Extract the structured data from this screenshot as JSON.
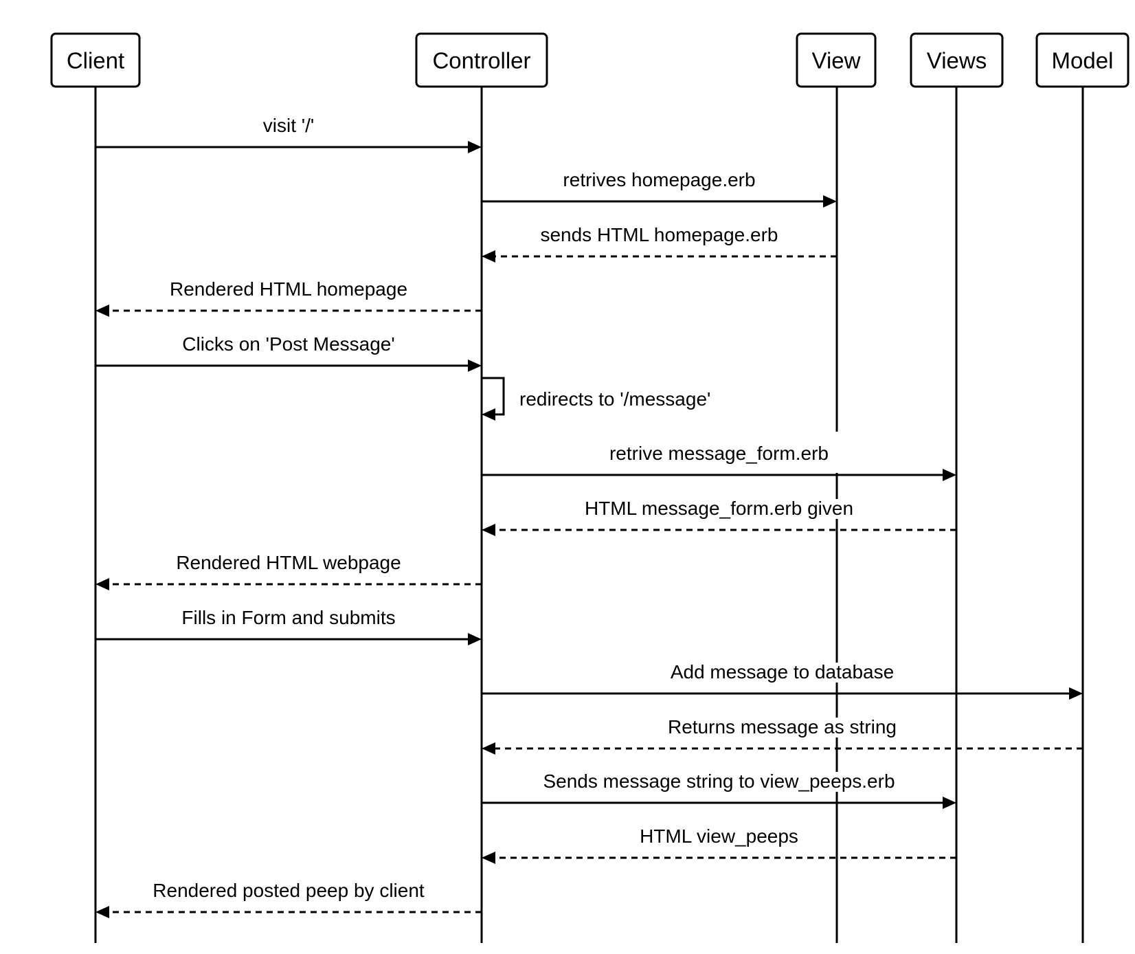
{
  "participants": [
    {
      "id": "client",
      "label": "Client"
    },
    {
      "id": "controller",
      "label": "Controller"
    },
    {
      "id": "view",
      "label": "View"
    },
    {
      "id": "views",
      "label": "Views"
    },
    {
      "id": "model",
      "label": "Model"
    }
  ],
  "messages": [
    {
      "from": "client",
      "to": "controller",
      "label": "visit '/'",
      "style": "solid"
    },
    {
      "from": "controller",
      "to": "view",
      "label": "retrives homepage.erb",
      "style": "solid"
    },
    {
      "from": "view",
      "to": "controller",
      "label": "sends HTML homepage.erb",
      "style": "dashed"
    },
    {
      "from": "controller",
      "to": "client",
      "label": "Rendered HTML homepage",
      "style": "dashed"
    },
    {
      "from": "client",
      "to": "controller",
      "label": "Clicks on 'Post Message'",
      "style": "solid"
    },
    {
      "from": "controller",
      "to": "controller",
      "label": "redirects to '/message'",
      "style": "solid"
    },
    {
      "from": "controller",
      "to": "views",
      "label": "retrive message_form.erb",
      "style": "solid"
    },
    {
      "from": "views",
      "to": "controller",
      "label": "HTML message_form.erb given",
      "style": "dashed"
    },
    {
      "from": "controller",
      "to": "client",
      "label": "Rendered HTML webpage",
      "style": "dashed"
    },
    {
      "from": "client",
      "to": "controller",
      "label": "Fills in Form and submits",
      "style": "solid"
    },
    {
      "from": "controller",
      "to": "model",
      "label": "Add message to database",
      "style": "solid"
    },
    {
      "from": "model",
      "to": "controller",
      "label": "Returns message as string",
      "style": "dashed"
    },
    {
      "from": "controller",
      "to": "views",
      "label": "Sends message string to view_peeps.erb",
      "style": "solid"
    },
    {
      "from": "views",
      "to": "controller",
      "label": "HTML view_peeps",
      "style": "dashed"
    },
    {
      "from": "controller",
      "to": "client",
      "label": "Rendered posted peep by client",
      "style": "dashed"
    }
  ]
}
